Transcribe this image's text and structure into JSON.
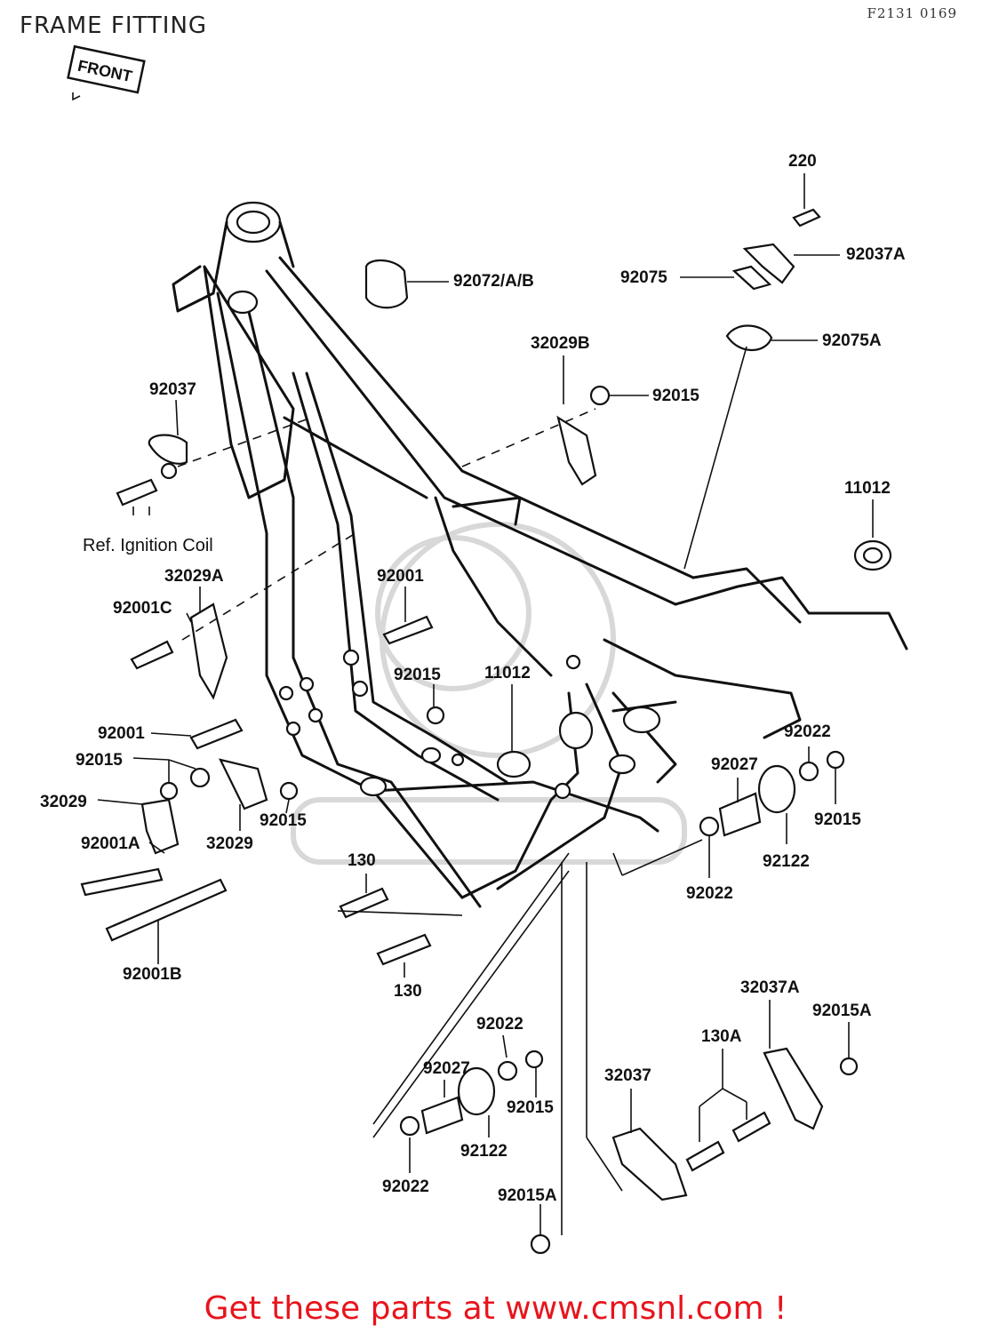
{
  "header": {
    "title": "FRAME FITTING",
    "code": "F2131 0169"
  },
  "front_tag": "FRONT",
  "labels": {
    "p220": "220",
    "p92037A": "92037A",
    "p92072": "92072/A/B",
    "p92075": "92075",
    "p92075A": "92075A",
    "p32029B": "32029B",
    "p92015_top": "92015",
    "p92037": "92037",
    "p11012_right": "11012",
    "ref_ignition": "Ref. Ignition Coil",
    "p32029A": "32029A",
    "p92001_mid": "92001",
    "p92001C": "92001C",
    "p92015_mid": "92015",
    "p11012_mid": "11012",
    "p92001_left": "92001",
    "p92015_left": "92015",
    "p32029_left": "32029",
    "p92015_left2": "92015",
    "p32029_mid": "32029",
    "p92001A": "92001A",
    "p92022_right": "92022",
    "p92027_right": "92027",
    "p92015_right": "92015",
    "p92122_right": "92122",
    "p92022_right2": "92022",
    "p130_a": "130",
    "p92001B": "92001B",
    "p130_b": "130",
    "p32037A": "32037A",
    "p92015A_right": "92015A",
    "p130A": "130A",
    "p92022_low": "92022",
    "p92027_low": "92027",
    "p32037": "32037",
    "p92015_low": "92015",
    "p92122_low": "92122",
    "p92022_low2": "92022",
    "p92015A_low": "92015A"
  },
  "footer": {
    "text": "Get these parts at www.cmsnl.com !"
  },
  "colors": {
    "footer": "#e8141c",
    "ink": "#111111"
  }
}
